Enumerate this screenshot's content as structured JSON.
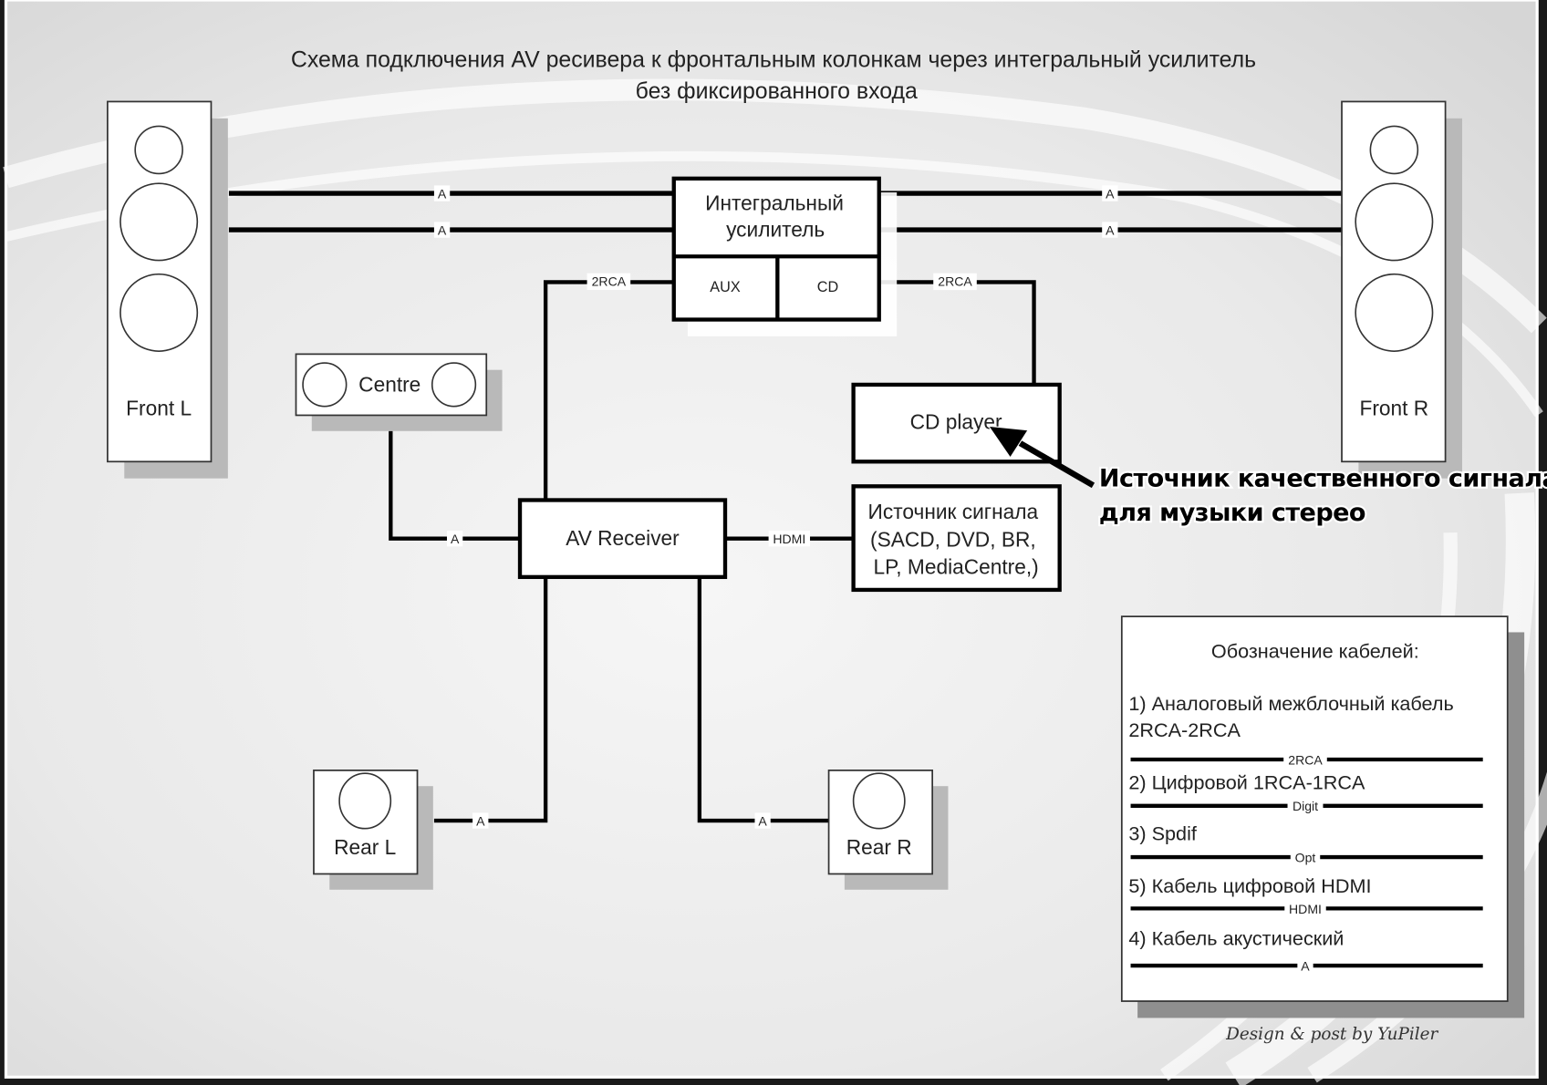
{
  "title": {
    "line1": "Схема подключения AV ресивера к фронтальным колонкам через интегральный усилитель",
    "line2": "без фиксированного входа"
  },
  "speakers": {
    "front_left": "Front L",
    "front_right": "Front R",
    "centre": "Centre",
    "rear_left": "Rear L",
    "rear_right": "Rear R"
  },
  "amplifier": {
    "line1": "Интегральный",
    "line2": "усилитель",
    "input_aux": "AUX",
    "input_cd": "CD"
  },
  "cd_player": "CD player",
  "av_receiver": "AV Receiver",
  "source": {
    "line1": "Источник сигнала",
    "line2": "(SACD, DVD,  BR,",
    "line3": "LP, MediaCentre,)"
  },
  "cable_labels": {
    "acoustic": "A",
    "analog": "2RCA",
    "hdmi": "HDMI"
  },
  "callout": {
    "line1": "Источник качественного сигнала",
    "line2": "для музыки стерео"
  },
  "legend": {
    "title": "Обозначение кабелей:",
    "items": [
      {
        "text_line1": "1) Аналоговый межблочный кабель",
        "text_line2": "2RCA-2RCA",
        "tag": "2RCA"
      },
      {
        "text_line1": "2) Цифровой 1RCA-1RCA",
        "tag": "Digit"
      },
      {
        "text_line1": "3) Spdif",
        "tag": "Opt"
      },
      {
        "text_line1": "5) Кабель цифровой HDMI",
        "tag": "HDMI"
      },
      {
        "text_line1": "4) Кабель акустический",
        "tag": "A"
      }
    ]
  },
  "credit": "Design & post by YuPiler",
  "colors": {
    "background": "#e8e8e8",
    "frame": "#1a1a1a",
    "shadow": "#b9b9b9",
    "line": "#000000"
  }
}
